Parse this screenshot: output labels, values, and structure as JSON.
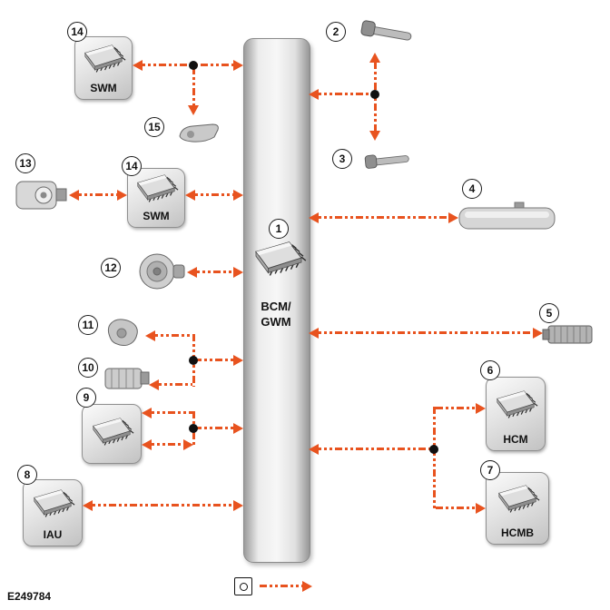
{
  "figure": {
    "id": "E249784"
  },
  "colors": {
    "arrow": "#e8531f",
    "junction_dot": "#111111"
  },
  "components": {
    "bcm": {
      "number": "1",
      "label": "BCM/\nGWM"
    },
    "stalk_upper": {
      "number": "2"
    },
    "stalk_lower": {
      "number": "3"
    },
    "mirror": {
      "number": "4"
    },
    "module5": {
      "number": "5"
    },
    "hcm": {
      "number": "6",
      "label": "HCM"
    },
    "hcmb": {
      "number": "7",
      "label": "HCMB"
    },
    "iau": {
      "number": "8",
      "label": "IAU"
    },
    "module9": {
      "number": "9"
    },
    "module10": {
      "number": "10"
    },
    "module11": {
      "number": "11"
    },
    "horn": {
      "number": "12"
    },
    "projector": {
      "number": "13"
    },
    "swm_top": {
      "number": "14",
      "label": "SWM"
    },
    "swm_mid": {
      "number": "14",
      "label": "SWM"
    },
    "module15": {
      "number": "15"
    }
  }
}
